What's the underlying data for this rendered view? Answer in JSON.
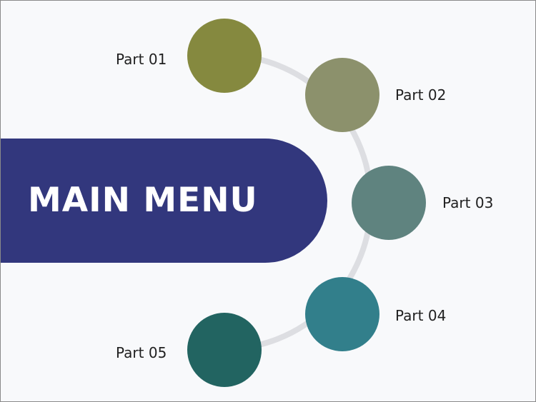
{
  "main": {
    "title": "MAIN MENU",
    "color": "#32377d",
    "text_color": "#ffffff"
  },
  "connector": {
    "color": "#dddee2"
  },
  "parts": [
    {
      "label": "Part 01",
      "color": "#85893f"
    },
    {
      "label": "Part 02",
      "color": "#8c916c"
    },
    {
      "label": "Part 03",
      "color": "#5f837f"
    },
    {
      "label": "Part 04",
      "color": "#327f8b"
    },
    {
      "label": "Part 05",
      "color": "#226461"
    }
  ]
}
